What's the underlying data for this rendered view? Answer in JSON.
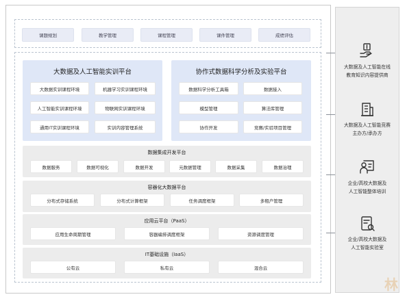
{
  "top_tabs": [
    "课题规划",
    "教学管理",
    "课程管理",
    "课件管理",
    "成绩评估"
  ],
  "panel_left": {
    "title": "大数据及人工智能实训平台",
    "items": [
      "大数据实训课程环境",
      "机器学习实训课程环境",
      "人工智能实训课程环境",
      "物联网实训课程环境",
      "通用IT实训课程环境",
      "实训内容管理系统"
    ]
  },
  "panel_right": {
    "title": "协作式数据科学分析及实验平台",
    "items": [
      "数据科学分析工具箱",
      "数据接入",
      "模型管理",
      "算法库管理",
      "协作开发",
      "竞赛/实验项目管理"
    ]
  },
  "layers": [
    {
      "title": "数据集成开发平台",
      "items": [
        "数据服务",
        "数据可视化",
        "数据开发",
        "元数据管理",
        "数据采集",
        "数据治理"
      ]
    },
    {
      "title": "容器化大数据平台",
      "items": [
        "分布式存储系统",
        "分布式计算框架",
        "任务调度框架",
        "多租户管理"
      ]
    },
    {
      "title": "应用云平台（PaaS）",
      "items": [
        "应用生命周期管理",
        "容器编排调度框架",
        "资源调度管理"
      ]
    },
    {
      "title": "IT基础设施（IaaS）",
      "items": [
        "公有云",
        "私有云",
        "混合云"
      ]
    }
  ],
  "side_items": [
    {
      "icon": "hand-coin-icon",
      "lines": [
        "大数据及人工智能在线",
        "教育知识内容提供商"
      ]
    },
    {
      "icon": "building-icon",
      "lines": [
        "大数据及人工智能竞赛",
        "主办方/承办方"
      ]
    },
    {
      "icon": "person-board-icon",
      "lines": [
        "企业/高校大数据及",
        "人工智能整体培训"
      ]
    },
    {
      "icon": "lab-report-icon",
      "lines": [
        "企业/高校大数据及",
        "人工智能实验室"
      ]
    }
  ],
  "watermark": "林"
}
